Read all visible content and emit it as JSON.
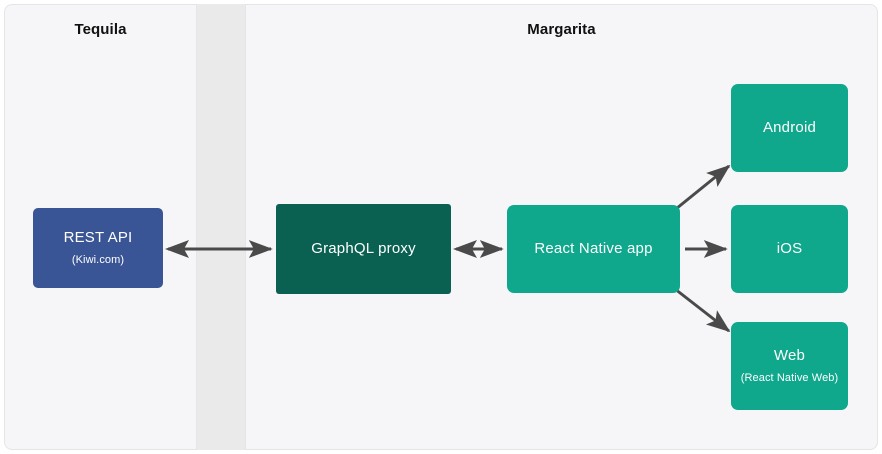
{
  "diagram": {
    "title_left": "Tequila",
    "title_right": "Margarita",
    "colors": {
      "rest_api": "#3a5595",
      "graphql_proxy": "#0a6152",
      "client": "#0fa88c",
      "panel_bg": "#f6f5f8",
      "gap_bg": "#eaeaea",
      "arrow": "#4a4a4a"
    },
    "nodes": {
      "rest_api": {
        "title": "REST API",
        "subtitle": "(Kiwi.com)"
      },
      "graphql_proxy": {
        "title": "GraphQL proxy",
        "subtitle": ""
      },
      "react_native_app": {
        "title": "React Native app",
        "subtitle": ""
      },
      "android": {
        "title": "Android",
        "subtitle": ""
      },
      "ios": {
        "title": "iOS",
        "subtitle": ""
      },
      "web": {
        "title": "Web",
        "subtitle": "(React Native Web)"
      }
    },
    "edges": [
      {
        "from": "rest_api",
        "to": "graphql_proxy",
        "direction": "bidirectional"
      },
      {
        "from": "graphql_proxy",
        "to": "react_native_app",
        "direction": "bidirectional"
      },
      {
        "from": "react_native_app",
        "to": "android",
        "direction": "forward"
      },
      {
        "from": "react_native_app",
        "to": "ios",
        "direction": "forward"
      },
      {
        "from": "react_native_app",
        "to": "web",
        "direction": "forward"
      }
    ]
  }
}
